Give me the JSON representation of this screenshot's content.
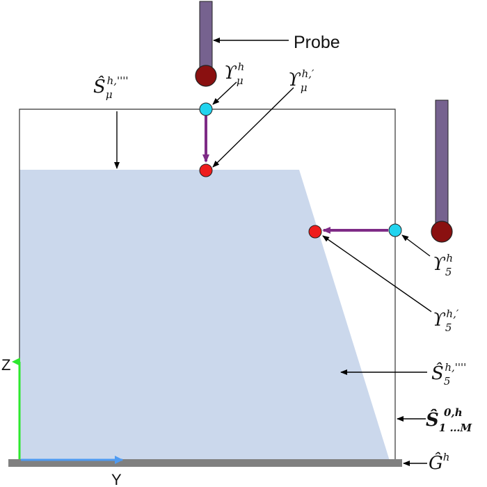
{
  "labels": {
    "probe": "Probe",
    "s_mu_main": "Ŝ",
    "s_mu_sub": "μ",
    "s_mu_sup": "h,''''",
    "u_mu_main": "ϒ",
    "u_mu_sub": "μ",
    "u_mu_sup": "h",
    "u_mu_prime_main": "ϒ",
    "u_mu_prime_sub": "μ",
    "u_mu_prime_sup": "h,′",
    "u5_main": "ϒ",
    "u5_sub": "5",
    "u5_sup": "h",
    "u5_prime_main": "ϒ",
    "u5_prime_sub": "5",
    "u5_prime_sup": "h,′",
    "s5_main": "Ŝ",
    "s5_sub": "5",
    "s5_sup": "h,''''",
    "s1m_main": "Ŝ",
    "s1m_sub": "1 …M",
    "s1m_sup": "0,h",
    "g_main": "Ĝ",
    "g_sup": "h",
    "axis_z": "Z",
    "axis_y": "Y"
  },
  "colors": {
    "fill_region": "#cbd8ec",
    "probe_body": "#76628f",
    "probe_tip": "#8a1010",
    "cyan_point": "#21d3ee",
    "red_point": "#ee1c1c",
    "move_arrow": "#7e2b86",
    "ground": "#808080",
    "z_axis": "#2ee82e",
    "y_axis": "#4f9bf2"
  }
}
